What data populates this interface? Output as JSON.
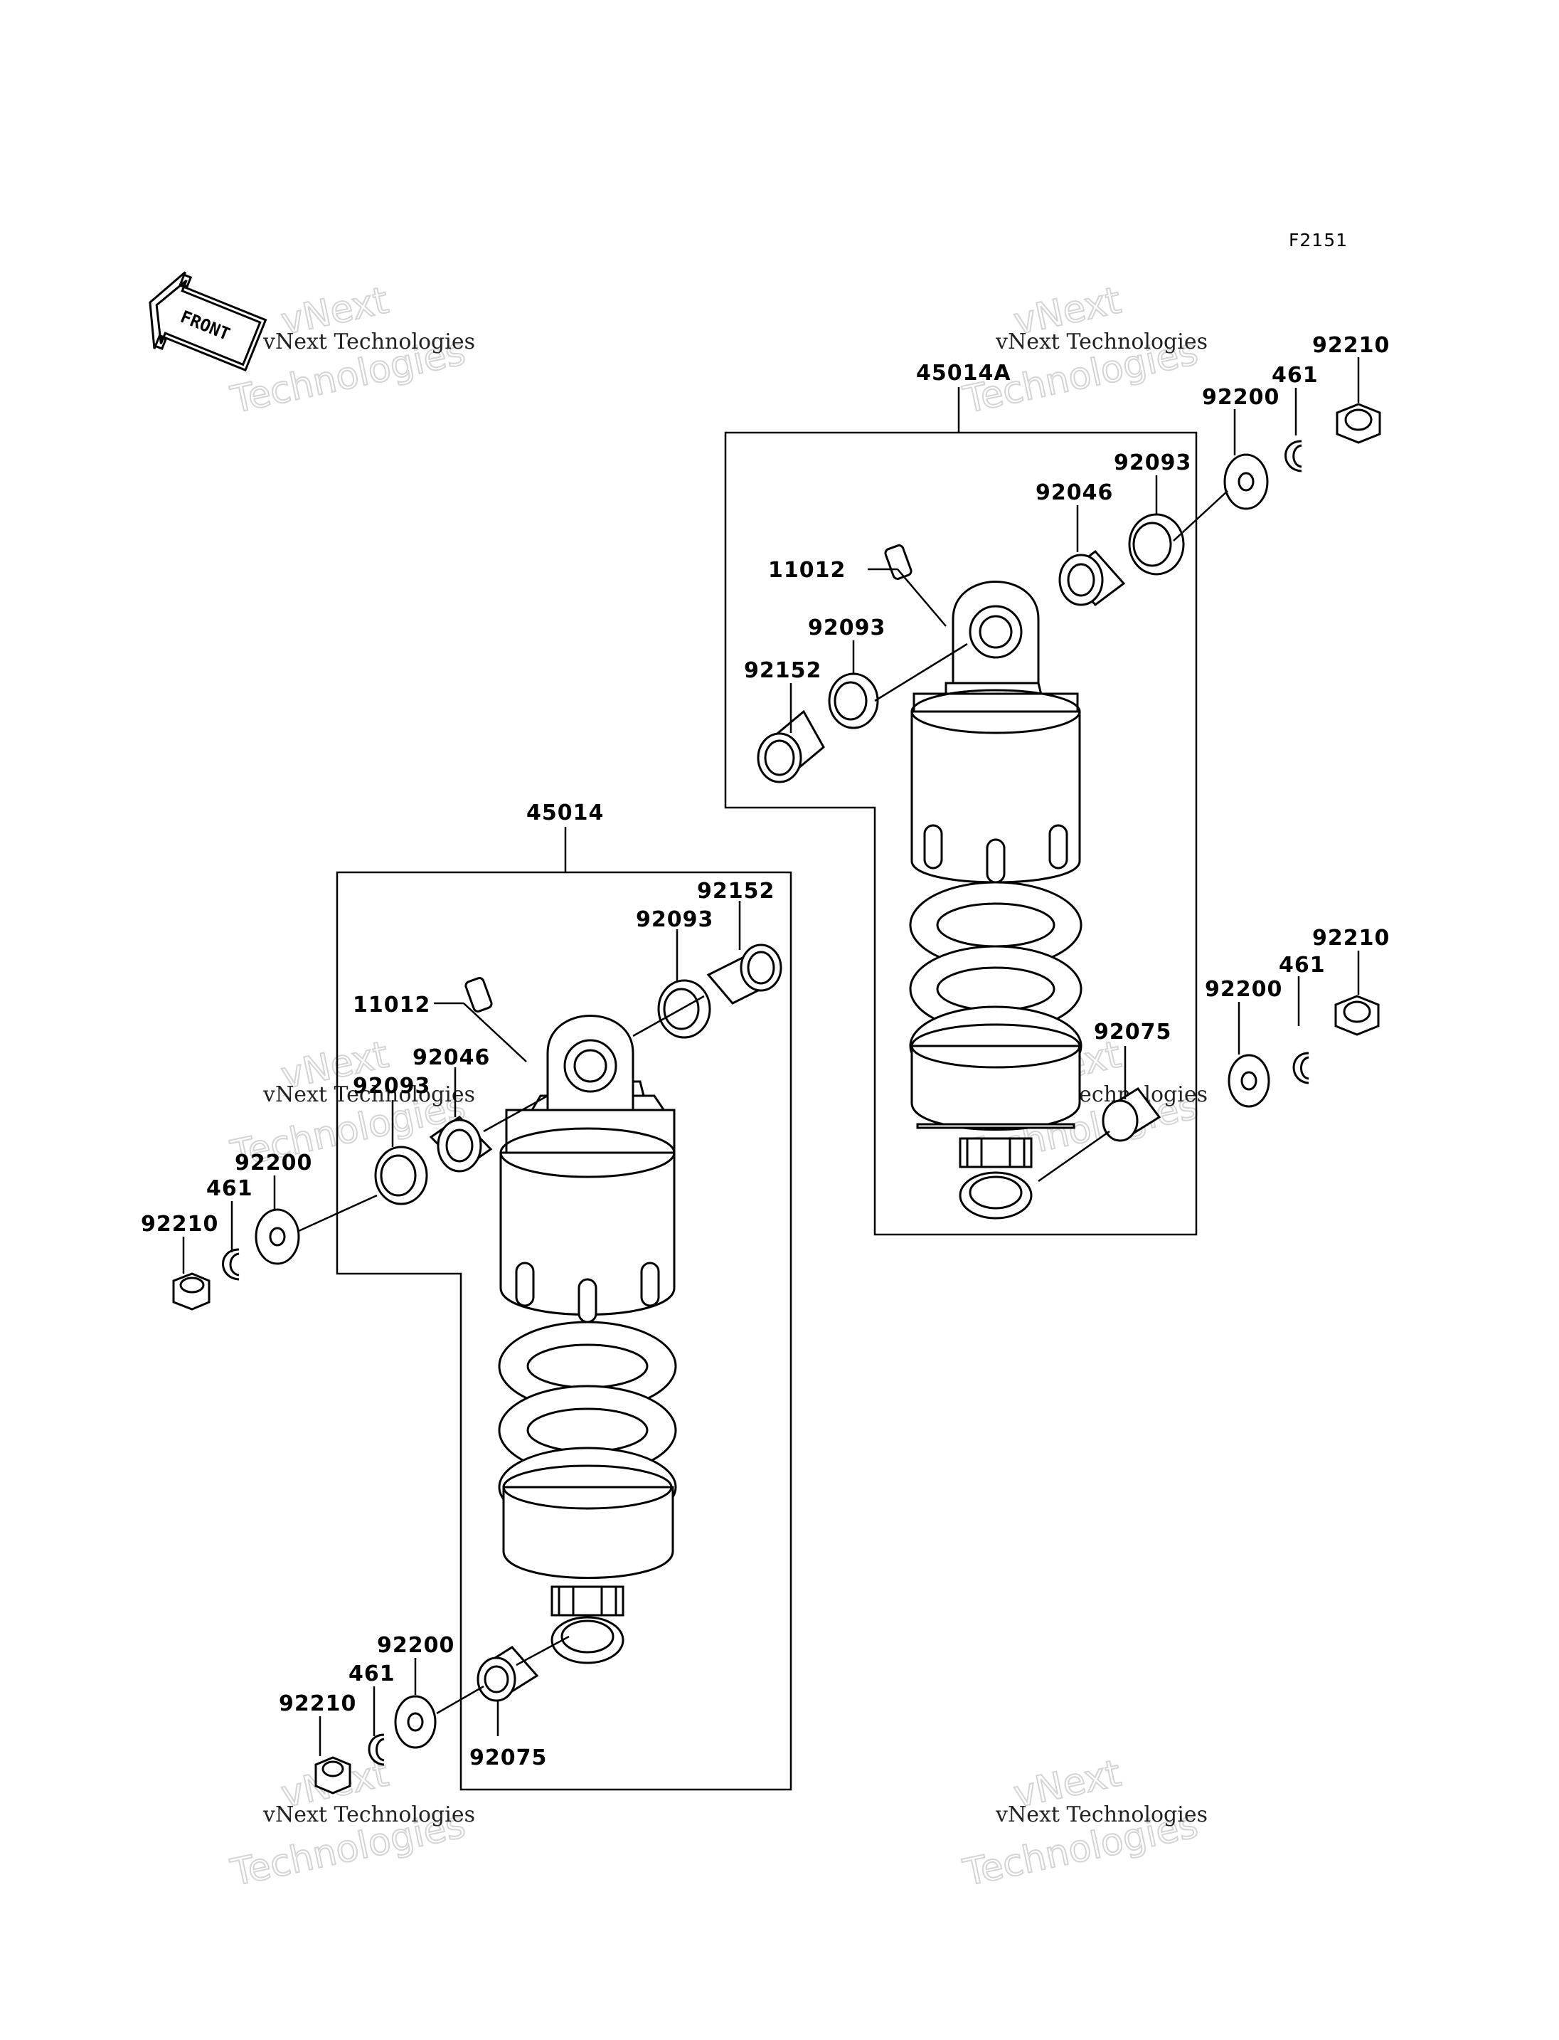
{
  "figure_code": "F2151",
  "front_label": "FRONT",
  "watermark": {
    "line_small": "vNext Technologies",
    "line_big_1": "vNext",
    "line_big_2": "Technologies"
  },
  "assembly_rear": {
    "title": "45014A",
    "labels": {
      "p92210": "92210",
      "p461": "461",
      "p92200": "92200",
      "p92093": "92093",
      "p92046": "92046",
      "p11012": "11012",
      "p92093b": "92093",
      "p92152": "92152",
      "p92210b": "92210",
      "p461b": "461",
      "p92200b": "92200",
      "p92075": "92075"
    }
  },
  "assembly_front": {
    "title": "45014",
    "labels": {
      "p92152": "92152",
      "p92093": "92093",
      "p11012": "11012",
      "p92046": "92046",
      "p92093b": "92093",
      "p92200": "92200",
      "p461": "461",
      "p92210": "92210",
      "p92200b": "92200",
      "p461b": "461",
      "p92210b": "92210",
      "p92075": "92075"
    }
  }
}
